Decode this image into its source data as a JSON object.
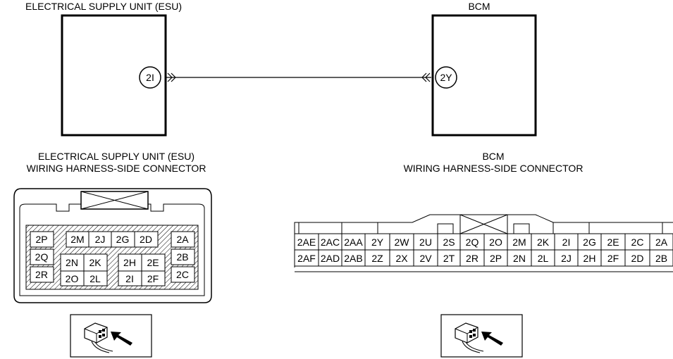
{
  "esu": {
    "title": "ELECTRICAL SUPPLY UNIT (ESU)",
    "terminal": "2I",
    "connector_title_line1": "ELECTRICAL SUPPLY UNIT (ESU)",
    "connector_title_line2": "WIRING HARNESS-SIDE CONNECTOR",
    "pins": {
      "p2P": "2P",
      "p2Q": "2Q",
      "p2R": "2R",
      "p2M": "2M",
      "p2J": "2J",
      "p2G": "2G",
      "p2D": "2D",
      "p2N": "2N",
      "p2K": "2K",
      "p2O": "2O",
      "p2L": "2L",
      "p2H": "2H",
      "p2E": "2E",
      "p2I": "2I",
      "p2F": "2F",
      "p2A": "2A",
      "p2B": "2B",
      "p2C": "2C"
    }
  },
  "bcm": {
    "title": "BCM",
    "terminal": "2Y",
    "connector_title_line1": "BCM",
    "connector_title_line2": "WIRING HARNESS-SIDE CONNECTOR",
    "row1": [
      "2AE",
      "2AC",
      "2AA",
      "2Y",
      "2W",
      "2U",
      "2S",
      "2Q",
      "2O",
      "2M",
      "2K",
      "2I",
      "2G",
      "2E",
      "2C",
      "2A"
    ],
    "row2": [
      "2AF",
      "2AD",
      "2AB",
      "2Z",
      "2X",
      "2V",
      "2T",
      "2R",
      "2P",
      "2N",
      "2L",
      "2J",
      "2H",
      "2F",
      "2D",
      "2B"
    ]
  },
  "icons": [
    "connector-view-icon",
    "connector-view-icon"
  ]
}
